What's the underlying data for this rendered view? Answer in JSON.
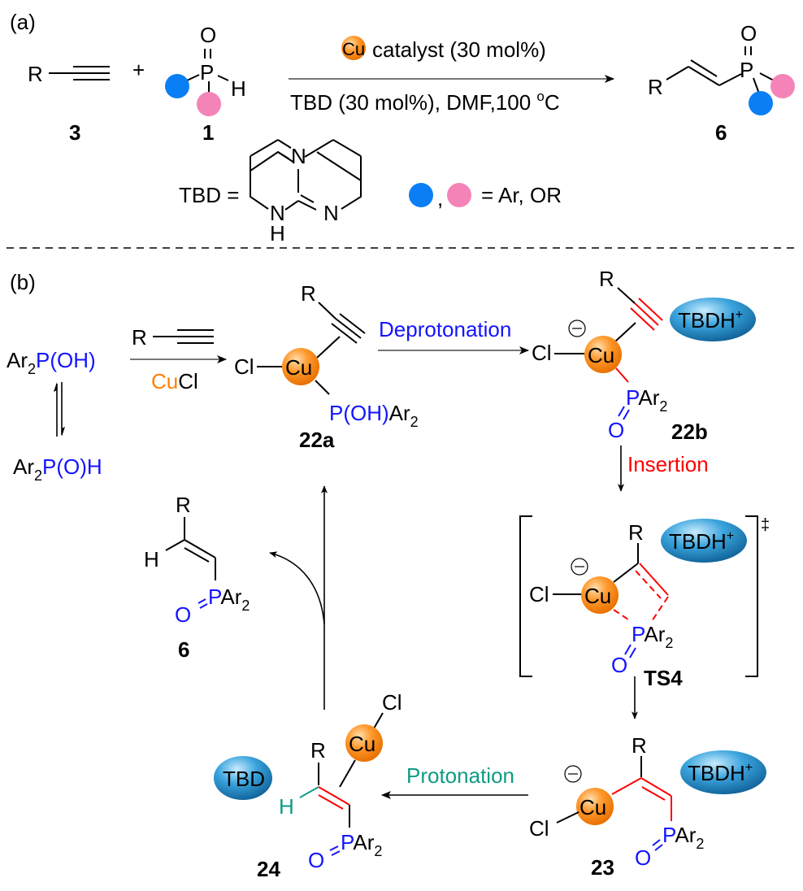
{
  "panel_a": {
    "label": "(a)",
    "alkyne": {
      "r": "R",
      "compound_number": "3"
    },
    "plus": "+",
    "phosphine_oxide": {
      "o": "O",
      "p": "P",
      "h": "H",
      "compound_number": "1"
    },
    "conditions": {
      "catalyst_badge": "Cu",
      "above_arrow": "catalyst (30 mol%)",
      "below_arrow_prefix": "TBD (30 mol%), DMF,100 ",
      "degree": "o",
      "unit": "C"
    },
    "product": {
      "r": "R",
      "o": "O",
      "p": "P",
      "compound_number": "6"
    },
    "tbd_definition": {
      "label": "TBD =",
      "atoms": [
        "N",
        "N",
        "N",
        "H"
      ]
    },
    "legend": {
      "comma": ",",
      "text": "= Ar, OR",
      "colors": [
        "#0a7ff5",
        "#f484b8"
      ]
    }
  },
  "panel_b": {
    "label": "(b)",
    "tautomer_top": {
      "ar": "Ar",
      "sub": "2",
      "rest": "P(OH)"
    },
    "tautomer_bottom": {
      "ar": "Ar",
      "sub": "2",
      "rest": "P(O)H"
    },
    "step1": {
      "reagent_r": "R",
      "reagent_cu": "Cu",
      "reagent_cl": "Cl"
    },
    "c22a": {
      "r": "R",
      "cl": "Cl",
      "cu": "Cu",
      "p": "P(OH)",
      "ar": "Ar",
      "sub": "2",
      "compound_number": "22a"
    },
    "deprotonation": "Deprotonation",
    "c22b": {
      "r": "R",
      "cl": "Cl",
      "cu": "Cu",
      "charge": "−",
      "p": "P",
      "ar": "Ar",
      "sub": "2",
      "o": "O",
      "ion": "TBDH",
      "ion_charge": "+",
      "compound_number": "22b"
    },
    "insertion": "Insertion",
    "ts4": {
      "r": "R",
      "cl": "Cl",
      "cu": "Cu",
      "charge": "−",
      "p": "P",
      "ar": "Ar",
      "sub": "2",
      "o": "O",
      "ion": "TBDH",
      "ion_charge": "+",
      "ts_mark": "‡",
      "compound_number": "TS4"
    },
    "c23": {
      "r": "R",
      "cl": "Cl",
      "cu": "Cu",
      "charge": "−",
      "p": "P",
      "ar": "Ar",
      "sub": "2",
      "o": "O",
      "ion": "TBDH",
      "ion_charge": "+",
      "compound_number": "23"
    },
    "protonation": "Protonation",
    "c24": {
      "r": "R",
      "cl": "Cl",
      "cu": "Cu",
      "h": "H",
      "p": "P",
      "ar": "Ar",
      "sub": "2",
      "o": "O",
      "base": "TBD",
      "compound_number": "24"
    },
    "product6": {
      "r": "R",
      "h": "H",
      "p": "P",
      "ar": "Ar",
      "sub": "2",
      "o": "O",
      "compound_number": "6"
    }
  },
  "colors": {
    "copper": "#ff8c1a",
    "phosphorus": "#1414ff",
    "insertion_bond": "#ff0000",
    "proton": "#0f9b84",
    "ion_ellipse": "#2a8fc8"
  }
}
